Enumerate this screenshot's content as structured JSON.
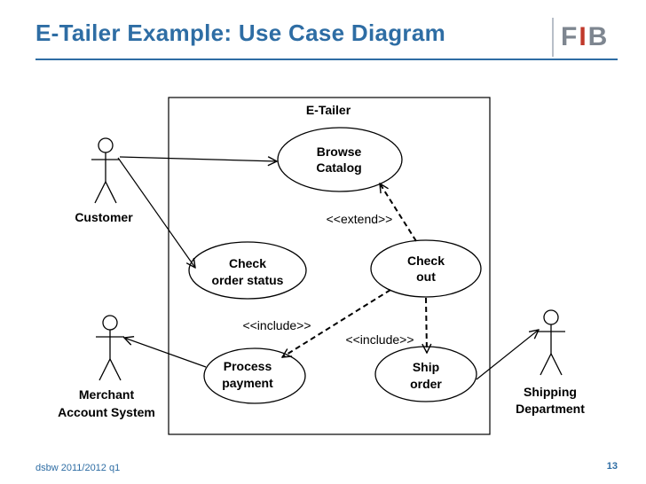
{
  "slide": {
    "title": "E-Tailer Example: Use Case Diagram",
    "logo": {
      "text_main": "F",
      "text_accent": "I",
      "text_end": "B"
    }
  },
  "diagram": {
    "system_label": "E-Tailer",
    "actors": {
      "customer": "Customer",
      "merchant_line1": "Merchant",
      "merchant_line2": "Account System",
      "shipping_line1": "Shipping",
      "shipping_line2": "Department"
    },
    "use_cases": {
      "browse_line1": "Browse",
      "browse_line2": "Catalog",
      "checkstatus_line1": "Check",
      "checkstatus_line2": "order status",
      "checkout_line1": "Check",
      "checkout_line2": "out",
      "process_line1": "Process",
      "process_line2": "payment",
      "ship_line1": "Ship",
      "ship_line2": "order"
    },
    "relations": {
      "extend": "<<extend>>",
      "include_payment": "<<include>>",
      "include_ship": "<<include>>"
    }
  },
  "footer": {
    "left": "dsbw  2011/2012 q1",
    "page": "13"
  },
  "colors": {
    "accent": "#2e6da4",
    "logo_grey": "#7e8690",
    "logo_red": "#c0392b"
  }
}
